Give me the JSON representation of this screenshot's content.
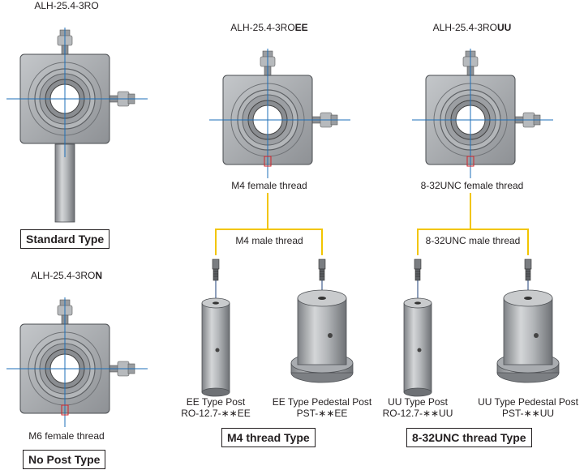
{
  "models": {
    "standard": {
      "prefix": "ALH-25.4-3RO",
      "suffix": ""
    },
    "no_post": {
      "prefix": "ALH-25.4-3RO",
      "suffix": "N"
    },
    "ee": {
      "prefix": "ALH-25.4-3RO",
      "suffix": "EE"
    },
    "uu": {
      "prefix": "ALH-25.4-3RO",
      "suffix": "UU"
    }
  },
  "threads": {
    "m6_female": "M6 female thread",
    "m4_female": "M4 female thread",
    "unc_female": "8-32UNC female thread",
    "m4_male": "M4 male thread",
    "unc_male": "8-32UNC male thread"
  },
  "types": {
    "standard": "Standard Type",
    "no_post": "No Post Type",
    "m4": "M4 thread Type",
    "unc": "8-32UNC thread Type"
  },
  "posts": {
    "ee_post": {
      "name": "EE Type Post",
      "code": "RO-12.7-∗∗EE"
    },
    "ee_pedestal": {
      "name": "EE Type Pedestal Post",
      "code": "PST-∗∗EE"
    },
    "uu_post": {
      "name": "UU Type Post",
      "code": "RO-12.7-∗∗UU"
    },
    "uu_pedestal": {
      "name": "UU Type Pedestal Post",
      "code": "PST-∗∗UU"
    }
  },
  "colors": {
    "connector": "#f2c500",
    "center_line": "#1d6fb8",
    "thread_mark": "#d2232a",
    "metal": "#a9acb0"
  }
}
